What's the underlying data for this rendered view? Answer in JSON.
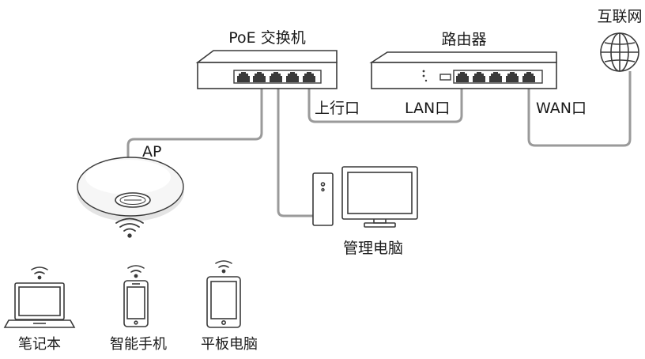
{
  "labels": {
    "poe_switch": "PoE 交换机",
    "router": "路由器",
    "internet": "互联网",
    "uplink_port": "上行口",
    "lan_port": "LAN口",
    "wan_port": "WAN口",
    "ap": "AP",
    "admin_pc": "管理电脑",
    "laptop": "笔记本",
    "smartphone": "智能手机",
    "tablet": "平板电脑"
  },
  "colors": {
    "stroke": "#3a3a3a",
    "cable": "#9a9a9a",
    "port": "#3a3a3a",
    "device_fill": "#ffffff",
    "ap_fill": "#f4f4f4"
  }
}
